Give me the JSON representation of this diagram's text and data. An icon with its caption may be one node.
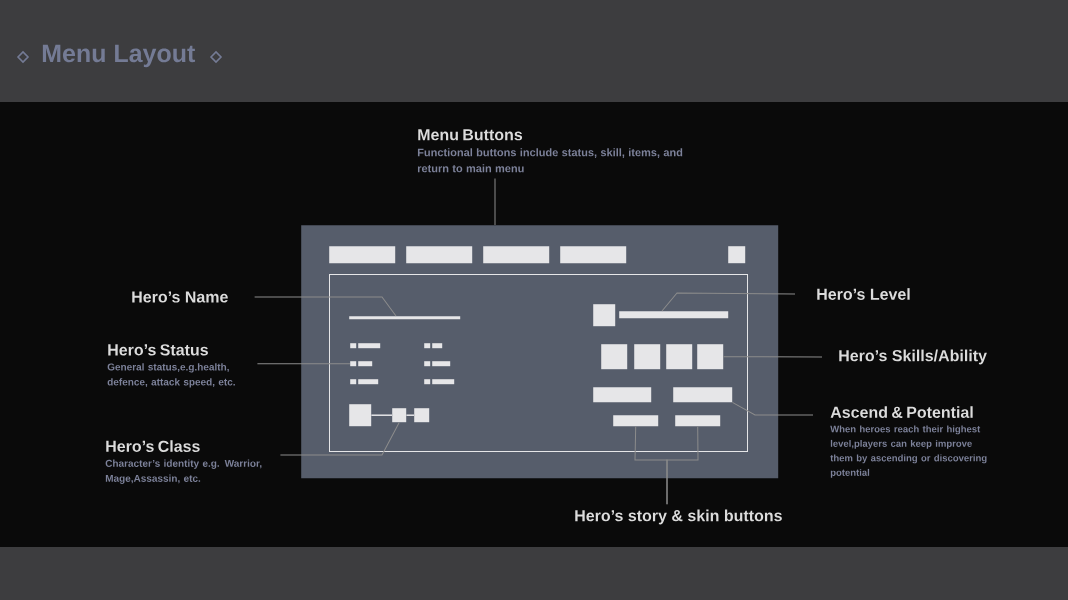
{
  "diagram": {
    "title": "Menu Layout",
    "nodes": [
      {
        "text": [
          "Menu Buttons",
          "Functional buttons include status, skill, items, and return to main menu"
        ]
      },
      {
        "text": [
          "Hero’s Name"
        ]
      },
      {
        "text": [
          "Hero’s Level"
        ]
      },
      {
        "text": [
          "Hero’s Status",
          "General status,e.g.health, defence, attack speed, etc."
        ]
      },
      {
        "text": [
          "Hero’s Skills/Ability"
        ]
      },
      {
        "text": [
          "Hero’s Class",
          "Character’s identity e.g. Warrior, Mage,Assassin, etc."
        ]
      },
      {
        "text": [
          "Ascend & Potential",
          "When heroes reach their highest level,players can keep improve them by ascending or discovering potential"
        ]
      },
      {
        "text": [
          "Hero’s story & skin buttons"
        ]
      },
      {
        "text": [],
        "shape": "box"
      },
      {
        "text": [],
        "shape": "box",
        "in": 8
      },
      {
        "text": [],
        "shape": "box",
        "in": 8
      },
      {
        "text": [],
        "shape": "box",
        "in": 8
      },
      {
        "text": [],
        "shape": "box",
        "in": 8
      },
      {
        "text": [],
        "shape": "box",
        "in": 8
      },
      {
        "text": [],
        "shape": "box",
        "in": 8
      },
      {
        "text": [],
        "shape": "bar",
        "in": 14
      },
      {
        "text": [],
        "shape": "list",
        "in": 14
      },
      {
        "text": [],
        "shape": "list",
        "in": 14
      },
      {
        "text": [],
        "shape": "box",
        "in": 14
      },
      {
        "text": [],
        "shape": "box",
        "in": 14
      },
      {
        "text": [],
        "shape": "box",
        "in": 14
      },
      {
        "text": [],
        "shape": "box",
        "in": 14
      },
      {
        "text": [],
        "shape": "bar",
        "in": 14
      },
      {
        "text": [],
        "shape": "box",
        "in": 14
      },
      {
        "text": [],
        "shape": "box",
        "in": 14
      },
      {
        "text": [],
        "shape": "box",
        "in": 14
      },
      {
        "text": [],
        "shape": "box",
        "in": 14
      },
      {
        "text": [],
        "shape": "box",
        "in": 14
      },
      {
        "text": [],
        "shape": "box",
        "in": 14
      },
      {
        "text": [],
        "shape": "box",
        "in": 14
      },
      {
        "text": [],
        "shape": "box",
        "in": 14
      }
    ],
    "edges": [
      {
        "from": 0,
        "to": 8,
        "arrow": "none"
      },
      {
        "from": 1,
        "to": 15,
        "arrow": "none"
      },
      {
        "from": 2,
        "to": 22,
        "arrow": "none"
      },
      {
        "from": 3,
        "to": 16,
        "arrow": "none"
      },
      {
        "from": 4,
        "to": 26,
        "arrow": "none"
      },
      {
        "from": 5,
        "to": 19,
        "arrow": "none"
      },
      {
        "from": 6,
        "to": 28,
        "arrow": "none"
      },
      {
        "from": 7,
        "to": 29,
        "arrow": "none"
      },
      {
        "from": 7,
        "to": 30,
        "arrow": "none"
      },
      {
        "from": 18,
        "to": 19,
        "arrow": "none",
        "color": "#e6e6e8"
      },
      {
        "from": 19,
        "to": 20,
        "arrow": "none",
        "color": "#e6e6e8"
      }
    ]
  }
}
